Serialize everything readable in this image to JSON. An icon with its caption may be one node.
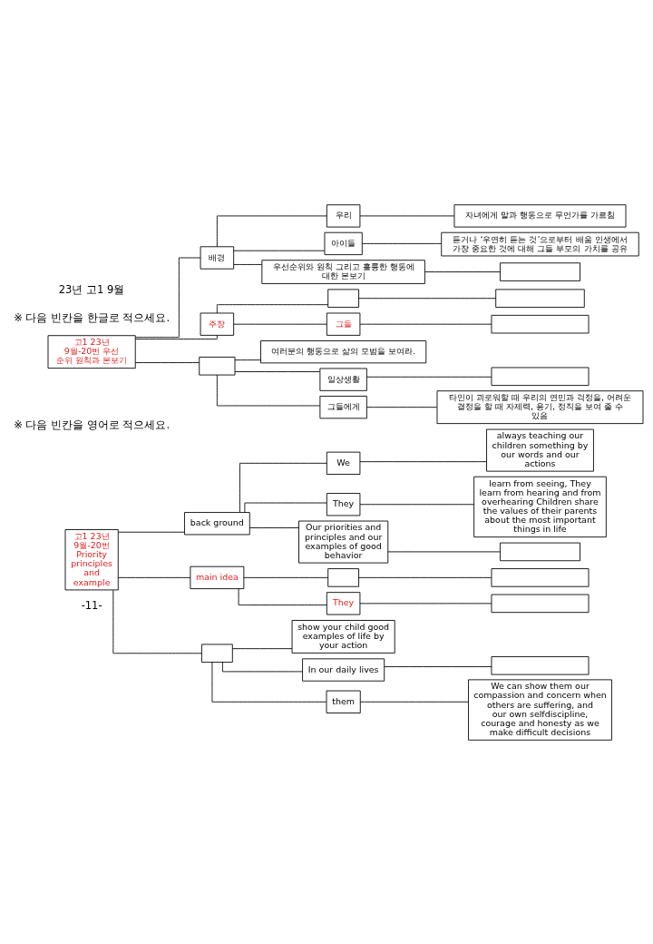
{
  "diagram": {
    "nodes": [
      {
        "text": [
          "고1 23년 9월-20번 우선 순위 원칙과 본보기"
        ]
      },
      {
        "text": [
          "배경"
        ]
      },
      {
        "text": [
          "우리"
        ]
      },
      {
        "text": [
          "자녀에게 말과 행동으로 무언가를 가르침"
        ]
      },
      {
        "text": [
          "아이들"
        ]
      },
      {
        "text": [
          "듣거나 ‘우연히 듣는 것’으로부터 배움 인생에서 가장 중요한 것에 대해 그들 부모의 가치를 공유"
        ]
      },
      {
        "text": [
          "우선순위와 원칙 그리고 훌륭한 행동에 대한 본보기"
        ]
      },
      {
        "text": [],
        "shape": "box"
      },
      {
        "text": [
          "주장"
        ]
      },
      {
        "text": [],
        "shape": "box"
      },
      {
        "text": [],
        "shape": "box"
      },
      {
        "text": [
          "그들"
        ]
      },
      {
        "text": [],
        "shape": "box"
      },
      {
        "text": [],
        "shape": "box"
      },
      {
        "text": [
          "여러분의 행동으로 삶의 모범을 보여라."
        ]
      },
      {
        "text": [
          "일상생활"
        ]
      },
      {
        "text": [],
        "shape": "box"
      },
      {
        "text": [
          "그들에게"
        ]
      },
      {
        "text": [
          "타인이 괴로워할 때 우리의 연민과 걱정을, 어려운 결정을 할 때 자제력, 용기, 정직을 보여 줄 수 있음"
        ]
      },
      {
        "text": [
          "고1 23년 9월-20번 Priority principles and example"
        ]
      },
      {
        "text": [
          "back ground"
        ]
      },
      {
        "text": [
          "We"
        ]
      },
      {
        "text": [
          "always teaching our children something by our words and our actions"
        ]
      },
      {
        "text": [
          "They"
        ]
      },
      {
        "text": [
          "learn from seeing, They learn from hearing and from overhearing Children share the values of their parents about the most important things in life"
        ]
      },
      {
        "text": [
          "Our priorities and principles and our examples of good behavior"
        ]
      },
      {
        "text": [],
        "shape": "box"
      },
      {
        "text": [
          "main idea"
        ]
      },
      {
        "text": [],
        "shape": "box"
      },
      {
        "text": [],
        "shape": "box"
      },
      {
        "text": [
          "They"
        ]
      },
      {
        "text": [],
        "shape": "box"
      },
      {
        "text": [],
        "shape": "box"
      },
      {
        "text": [
          "show your child good examples of life by your action"
        ]
      },
      {
        "text": [
          "In our daily lives"
        ]
      },
      {
        "text": [],
        "shape": "box"
      },
      {
        "text": [
          "them"
        ]
      },
      {
        "text": [
          "We can show them our compassion and concern when others are suffering, and our own selfdiscipline, courage and honesty as we make difficult decisions"
        ]
      }
    ],
    "edges": [
      {
        "from": 0,
        "to": 1,
        "arrow": "none"
      },
      {
        "from": 0,
        "to": 8,
        "arrow": "none"
      },
      {
        "from": 0,
        "to": 13,
        "arrow": "none"
      },
      {
        "from": 1,
        "to": 2,
        "arrow": "none"
      },
      {
        "from": 1,
        "to": 4,
        "arrow": "none"
      },
      {
        "from": 1,
        "to": 6,
        "arrow": "none"
      },
      {
        "from": 2,
        "to": 3,
        "arrow": "none"
      },
      {
        "from": 4,
        "to": 5,
        "arrow": "none"
      },
      {
        "from": 6,
        "to": 7,
        "arrow": "none"
      },
      {
        "from": 8,
        "to": 9,
        "arrow": "none"
      },
      {
        "from": 8,
        "to": 11,
        "arrow": "none"
      },
      {
        "from": 9,
        "to": 10,
        "arrow": "none"
      },
      {
        "from": 11,
        "to": 12,
        "arrow": "none"
      },
      {
        "from": 13,
        "to": 14,
        "arrow": "none"
      },
      {
        "from": 13,
        "to": 15,
        "arrow": "none"
      },
      {
        "from": 13,
        "to": 17,
        "arrow": "none"
      },
      {
        "from": 15,
        "to": 16,
        "arrow": "none"
      },
      {
        "from": 17,
        "to": 18,
        "arrow": "none"
      },
      {
        "from": 19,
        "to": 20,
        "arrow": "none"
      },
      {
        "from": 19,
        "to": 27,
        "arrow": "none"
      },
      {
        "from": 19,
        "to": 32,
        "arrow": "none"
      },
      {
        "from": 20,
        "to": 21,
        "arrow": "none"
      },
      {
        "from": 20,
        "to": 23,
        "arrow": "none"
      },
      {
        "from": 20,
        "to": 25,
        "arrow": "none"
      },
      {
        "from": 21,
        "to": 22,
        "arrow": "none"
      },
      {
        "from": 23,
        "to": 24,
        "arrow": "none"
      },
      {
        "from": 25,
        "to": 26,
        "arrow": "none"
      },
      {
        "from": 27,
        "to": 28,
        "arrow": "none"
      },
      {
        "from": 27,
        "to": 30,
        "arrow": "none"
      },
      {
        "from": 28,
        "to": 29,
        "arrow": "none"
      },
      {
        "from": 30,
        "to": 31,
        "arrow": "none"
      },
      {
        "from": 32,
        "to": 33,
        "arrow": "none"
      },
      {
        "from": 32,
        "to": 34,
        "arrow": "none"
      },
      {
        "from": 32,
        "to": 36,
        "arrow": "none"
      },
      {
        "from": 34,
        "to": 35,
        "arrow": "none"
      },
      {
        "from": 36,
        "to": 37,
        "arrow": "none"
      }
    ],
    "labels": [
      "23년 고1 9월",
      "※ 다음 빈칸을 한글로 적으세요.",
      "※ 다음 빈칸을 영어로 적으세요.",
      "-11-"
    ]
  }
}
